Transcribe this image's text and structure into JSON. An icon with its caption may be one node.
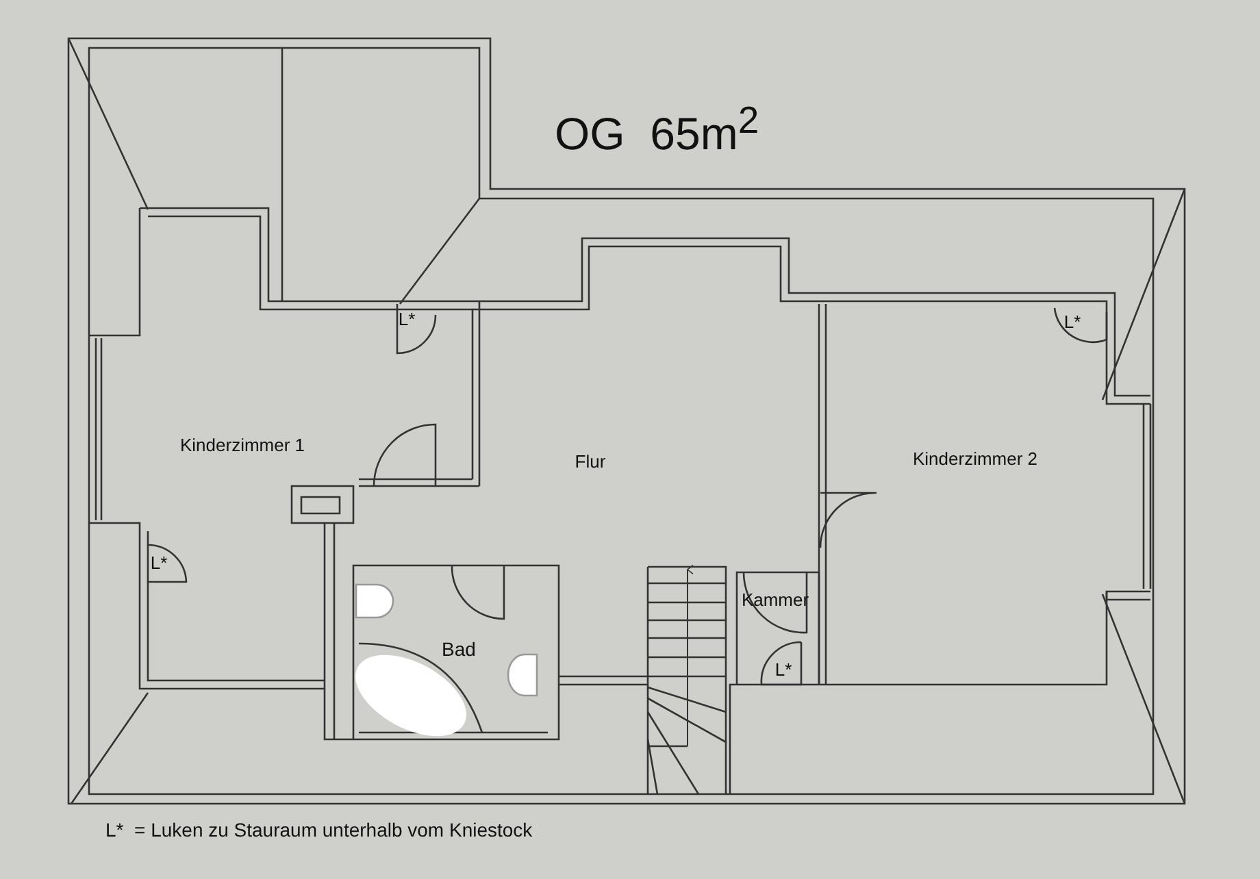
{
  "diagram": {
    "title": "OG  65m$^{2}$",
    "labels": [
      "L*",
      "L*",
      "Kinderzimmer 1",
      "Flur",
      "Kinderzimmer 2",
      "L*",
      "Kammer",
      "Bad",
      "L*",
      "L*  = Luken zu Stauraum unterhalb vom Kniestock"
    ]
  }
}
